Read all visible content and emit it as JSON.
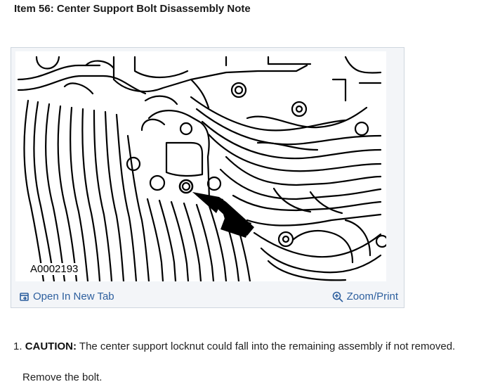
{
  "title": "Item 56: Center Support Bolt Disassembly Note",
  "figure": {
    "code": "A0002193",
    "open_tab_label": "Open In New Tab",
    "zoom_label": "Zoom/Print",
    "open_tab_icon": "external-window-icon",
    "zoom_icon": "magnifier-plus-icon"
  },
  "steps": [
    {
      "number": "1.",
      "caution_label": "CAUTION:",
      "caution_text": "The center support locknut could fall into the remaining assembly if not removed."
    }
  ],
  "instruction": "Remove the bolt."
}
